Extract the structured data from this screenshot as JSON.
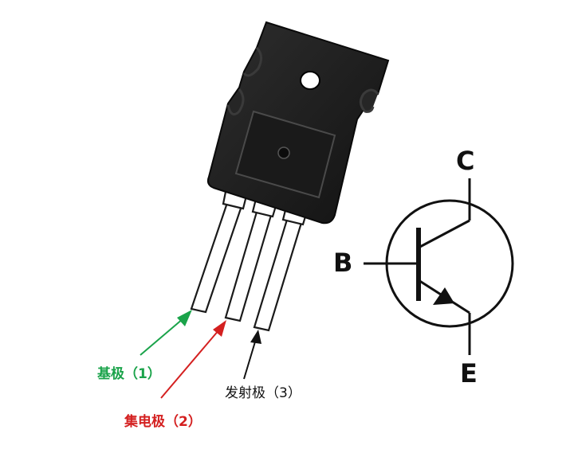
{
  "labels": {
    "base": "基极（1）",
    "collector": "集电极（2）",
    "emitter": "发射极（3）"
  },
  "symbol": {
    "c": "C",
    "b": "B",
    "e": "E"
  },
  "colors": {
    "base": "#1aa34a",
    "collector": "#d42020",
    "emitter": "#111111",
    "body": "#1c1c1c",
    "leg": "#ffffff"
  }
}
